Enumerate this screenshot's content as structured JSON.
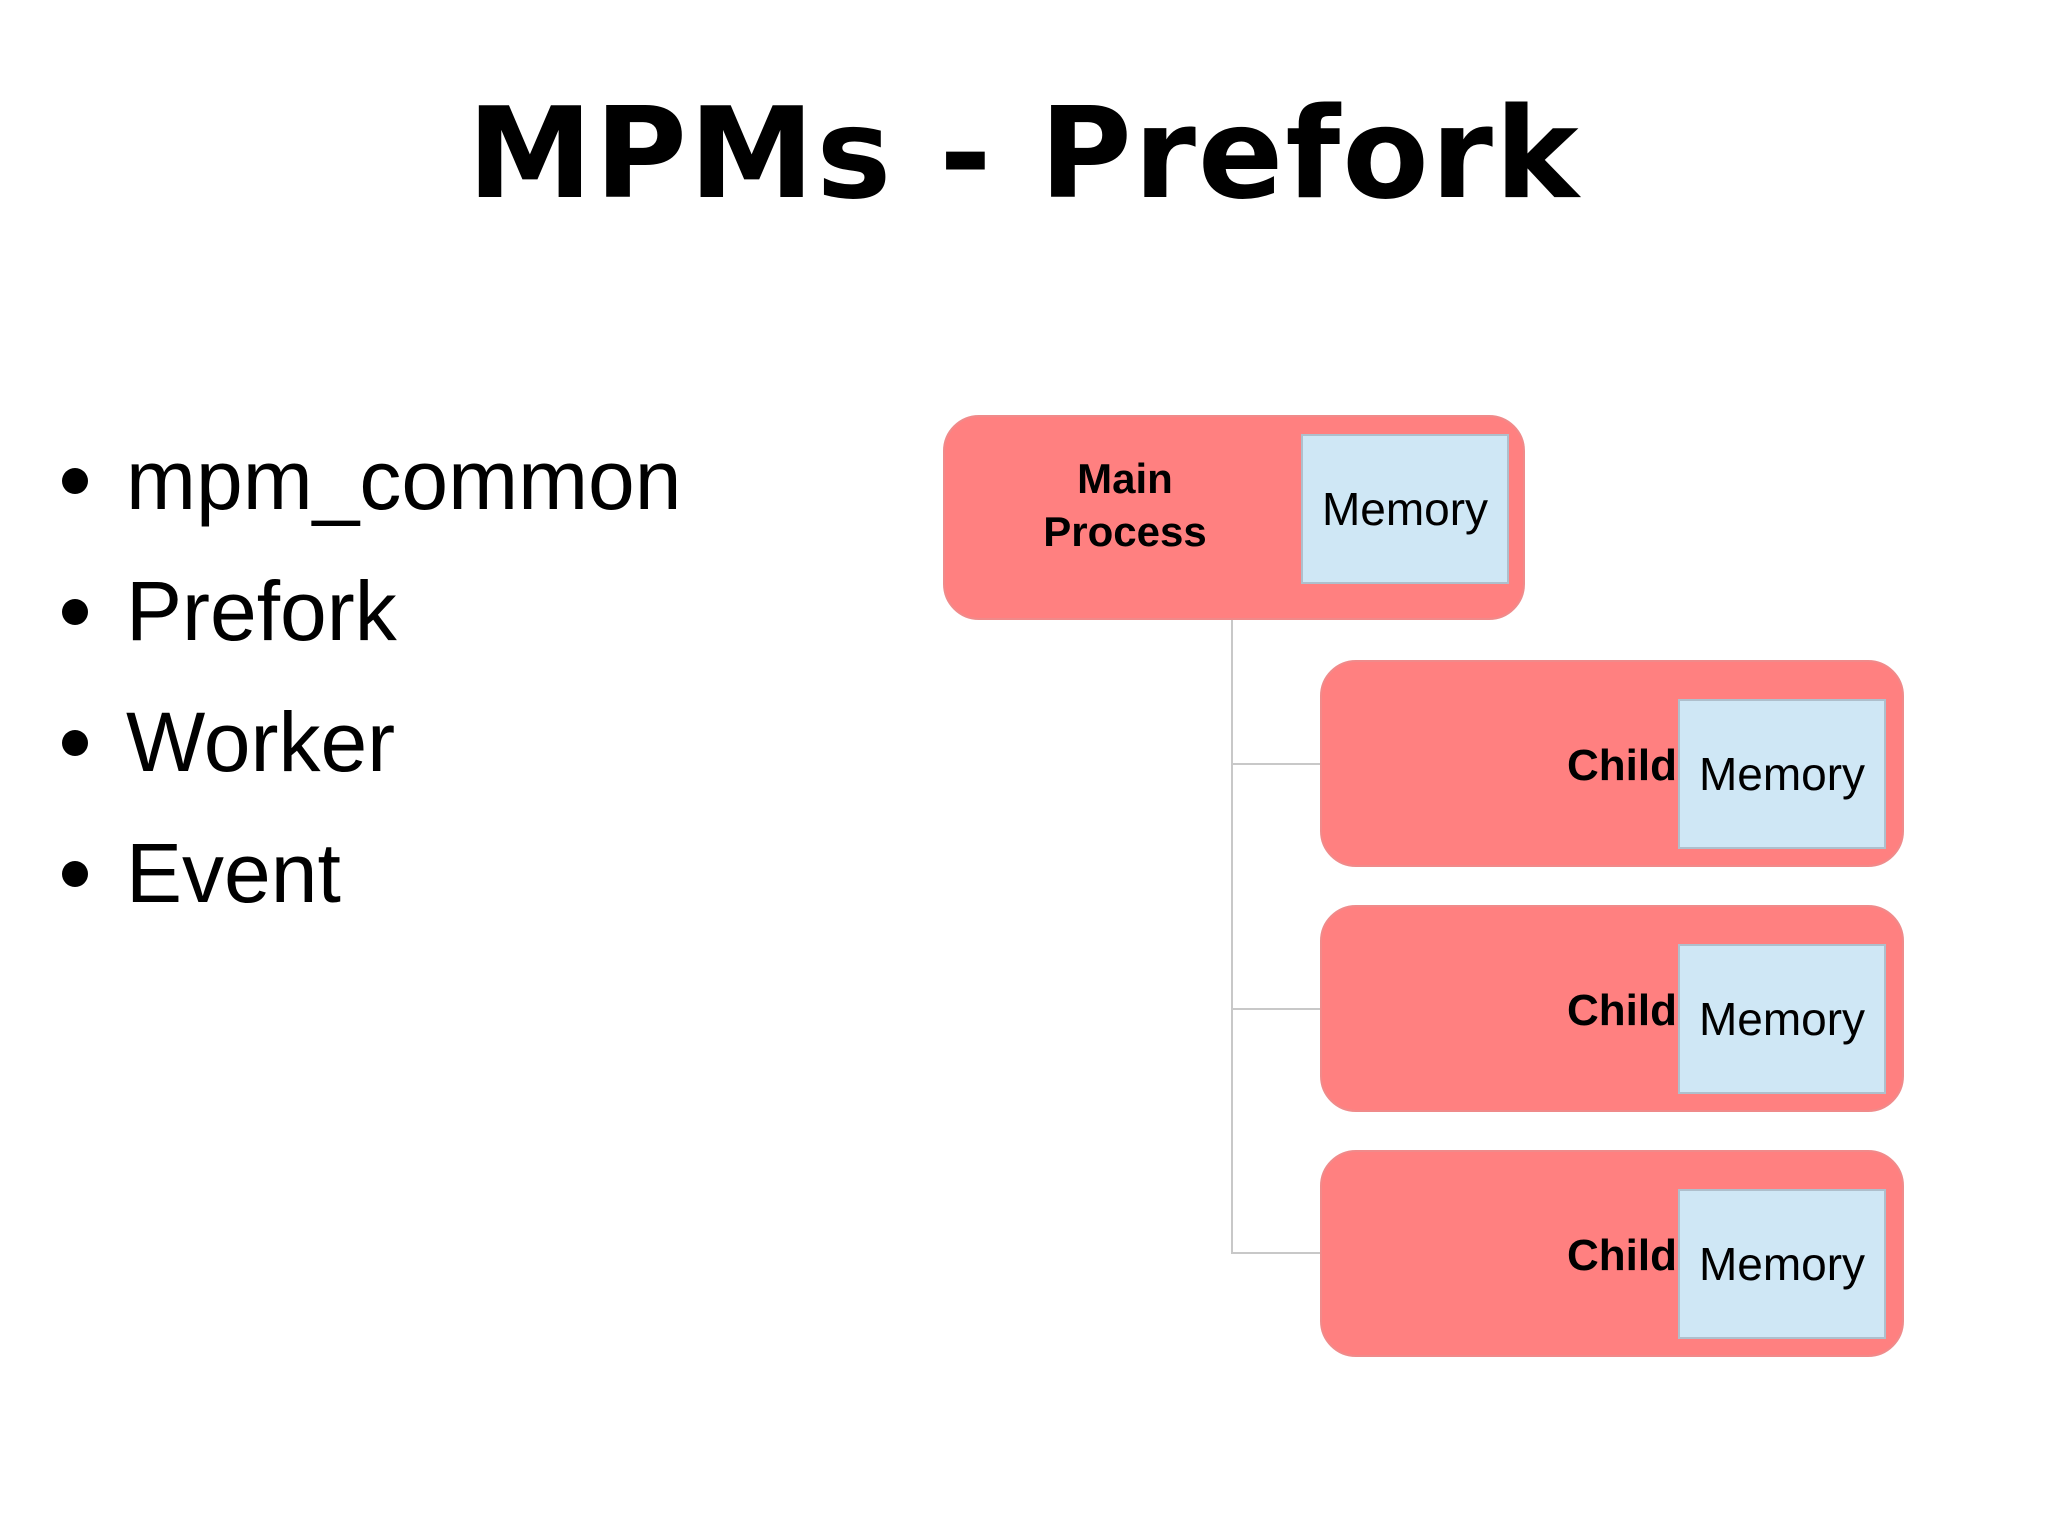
{
  "slide": {
    "title": "MPMs - Prefork",
    "bullets": [
      "mpm_common",
      "Prefork",
      "Worker",
      "Event"
    ]
  },
  "diagram": {
    "main": {
      "label_line1": "Main",
      "label_line2": "Process",
      "memory_label": "Memory"
    },
    "children": [
      {
        "label": "Child",
        "memory_label": "Memory"
      },
      {
        "label": "Child",
        "memory_label": "Memory"
      },
      {
        "label": "Child",
        "memory_label": "Memory"
      }
    ],
    "colors": {
      "process_fill": "#ff8080",
      "memory_fill": "#cfe7f5",
      "connector": "#c8c8c8"
    }
  }
}
